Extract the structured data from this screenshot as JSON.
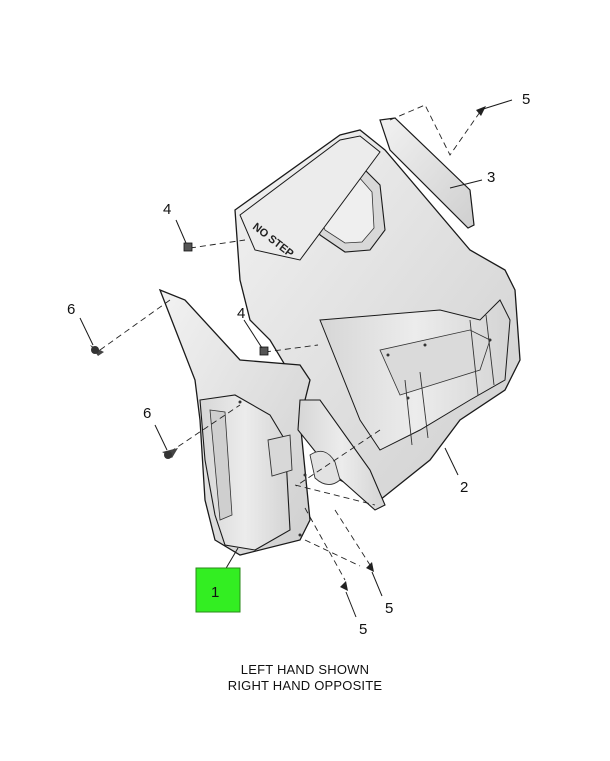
{
  "callouts": {
    "item_1": "1",
    "item_2": "2",
    "item_3": "3",
    "item_4a": "4",
    "item_4b": "4",
    "item_5a": "5",
    "item_5b": "5",
    "item_5c": "5",
    "item_6a": "6",
    "item_6b": "6"
  },
  "decal_text": "NO STEP",
  "caption": {
    "line1": "LEFT HAND SHOWN",
    "line2": "RIGHT HAND OPPOSITE"
  },
  "colors": {
    "highlight": "#33ee22",
    "line": "#1a1a1a",
    "part_fill": "#e3e3e3",
    "part_shade": "#cfcfcf"
  }
}
